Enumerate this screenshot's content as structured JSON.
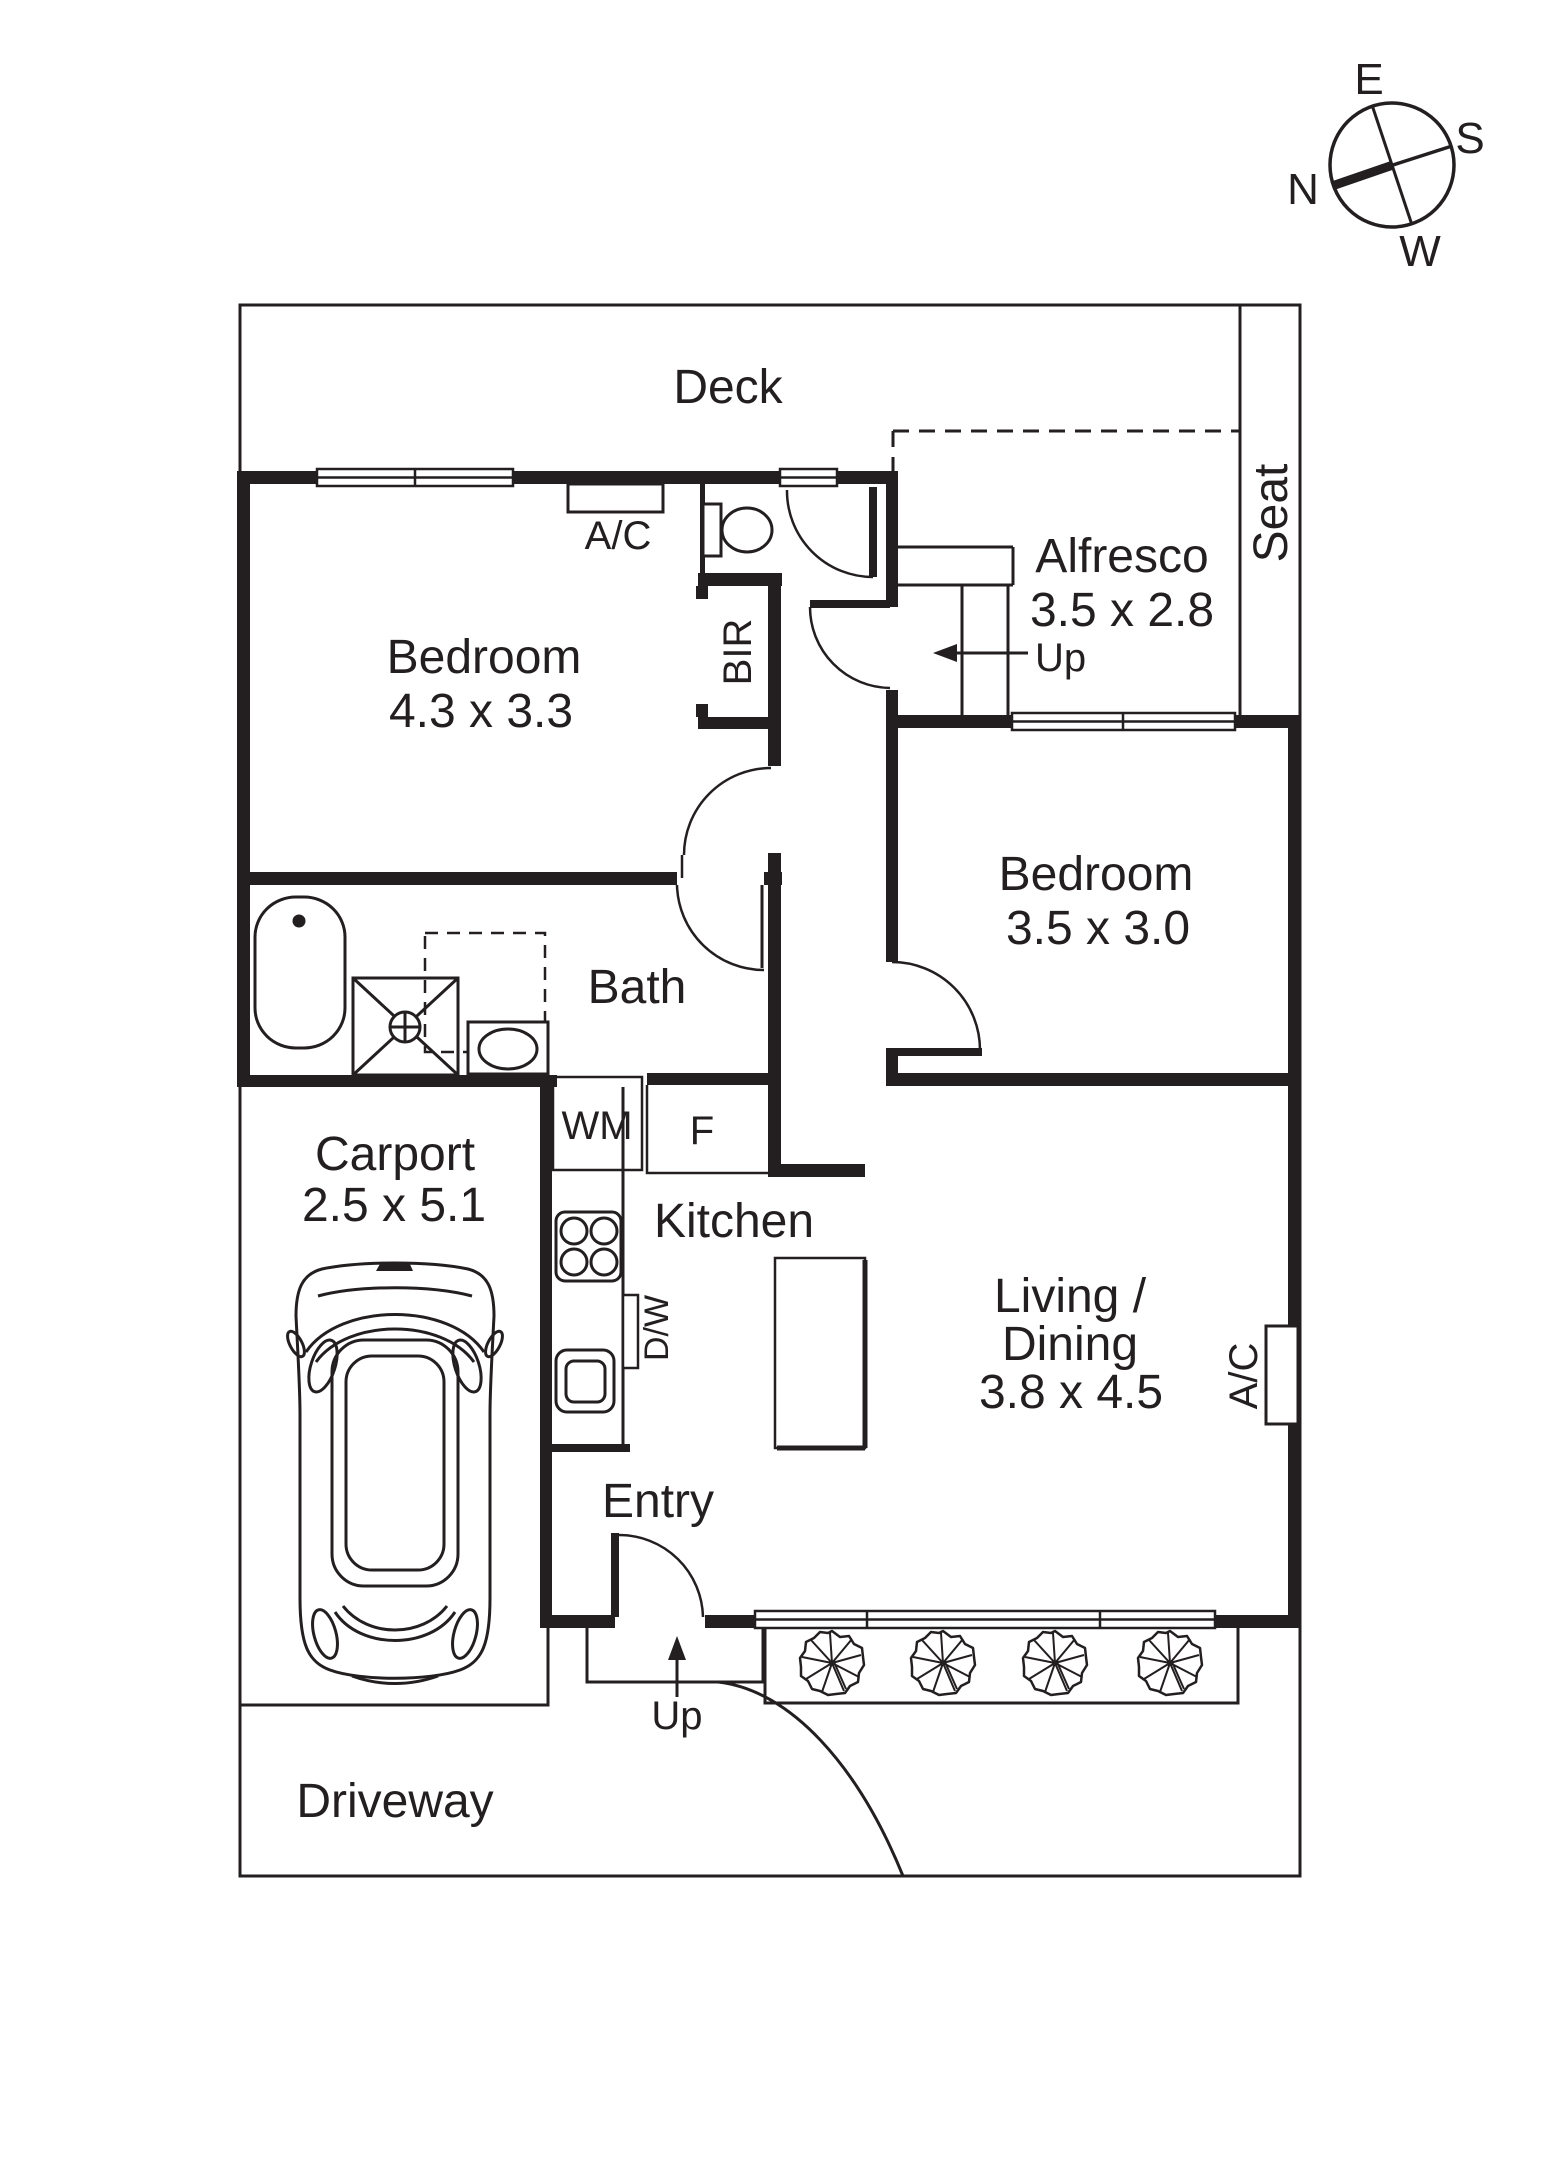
{
  "palette": {
    "ink": "#231f20",
    "paper": "#ffffff"
  },
  "compass": {
    "north": "N",
    "south": "S",
    "east": "E",
    "west": "W"
  },
  "rooms": {
    "deck": {
      "label": "Deck"
    },
    "alfresco": {
      "label": "Alfresco",
      "dims": "3.5 x 2.8"
    },
    "seat": {
      "label": "Seat"
    },
    "bedroom1": {
      "label": "Bedroom",
      "dims": "4.3 x 3.3"
    },
    "bedroom2": {
      "label": "Bedroom",
      "dims": "3.5 x 3.0"
    },
    "bath": {
      "label": "Bath"
    },
    "kitchen": {
      "label": "Kitchen"
    },
    "living": {
      "line1": "Living /",
      "line2": "Dining",
      "dims": "3.8 x 4.5"
    },
    "entry": {
      "label": "Entry"
    },
    "carport": {
      "label": "Carport",
      "dims": "2.5 x 5.1"
    },
    "driveway": {
      "label": "Driveway"
    }
  },
  "fixtures": {
    "bir": "BIR",
    "washing_machine": "WM",
    "fridge": "F",
    "dishwasher": "D/W",
    "ac": "A/C",
    "up": "Up"
  }
}
